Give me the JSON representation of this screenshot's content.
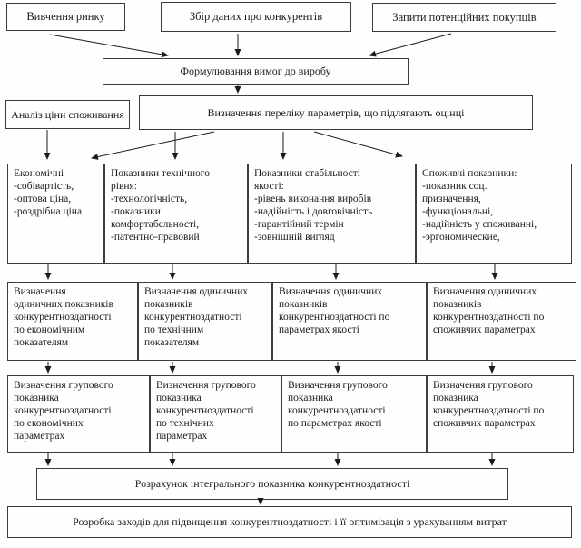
{
  "page": {
    "background": "#fefefe",
    "line_color": "#1b1b1b",
    "border_color": "#3c3c3c"
  },
  "flowchart": {
    "top_row": [
      {
        "label": "Вивчення ринку"
      },
      {
        "label": "Збір даних про конкурентів"
      },
      {
        "label": "Запити потенційних покупців"
      }
    ],
    "formulation": "Формулювання вимог до виробу",
    "analysis": "Аналіз ціни споживання",
    "parameters": "Визначення переліку параметрів, що підлягають оцінці",
    "categories": [
      {
        "text": "Економічні\n-собівартість,\n-оптова ціна,\n-роздрібна ціна"
      },
      {
        "text": "Показники технічного\nрівня:\n-технологічність,\n-показники\nкомфортабельності,\n-патентно-правовий"
      },
      {
        "text": "Показники стабільності\nякості:\n-рівень виконання виробів\n-надійність і довговічність\n-гарантійний термін\n-зовнішній вигляд"
      },
      {
        "text": "Споживчі показники:\n-показник соц.\nпризначення,\n-функціональні,\n-надійність у споживанні,\n-эргономические,"
      }
    ],
    "unit_indicators": [
      {
        "text": "Визначення\nодиничних показників\nконкурентноздатності\nпо економічним\nпоказателям"
      },
      {
        "text": "Визначення одиничних\nпоказників\nконкурентноздатності\nпо технічним\nпоказателям"
      },
      {
        "text": "Визначення одиничних\nпоказників\nконкурентноздатності по\nпараметрах якості"
      },
      {
        "text": "Визначення одиничних\nпоказників\nконкурентноздатності по\nспоживчих параметрах"
      }
    ],
    "group_indicators": [
      {
        "text": "Визначення групового\nпоказника\nконкурентноздатності\nпо економічних\nпараметрах"
      },
      {
        "text": "Визначення групового\nпоказника\nконкурентноздатності\nпо технічних\nпараметрах"
      },
      {
        "text": "Визначення групового\nпоказника\nконкурентноздатності\nпо параметрах якості"
      },
      {
        "text": "Визначення групового\nпоказника\nконкурентноздатності по\nспоживчих параметрах"
      }
    ],
    "integral": "Розрахунок інтегрального показника конкурентноздатності",
    "final": "Розробка заходів для підвищення конкурентноздатності і її оптимізація з урахуванням витрат"
  }
}
